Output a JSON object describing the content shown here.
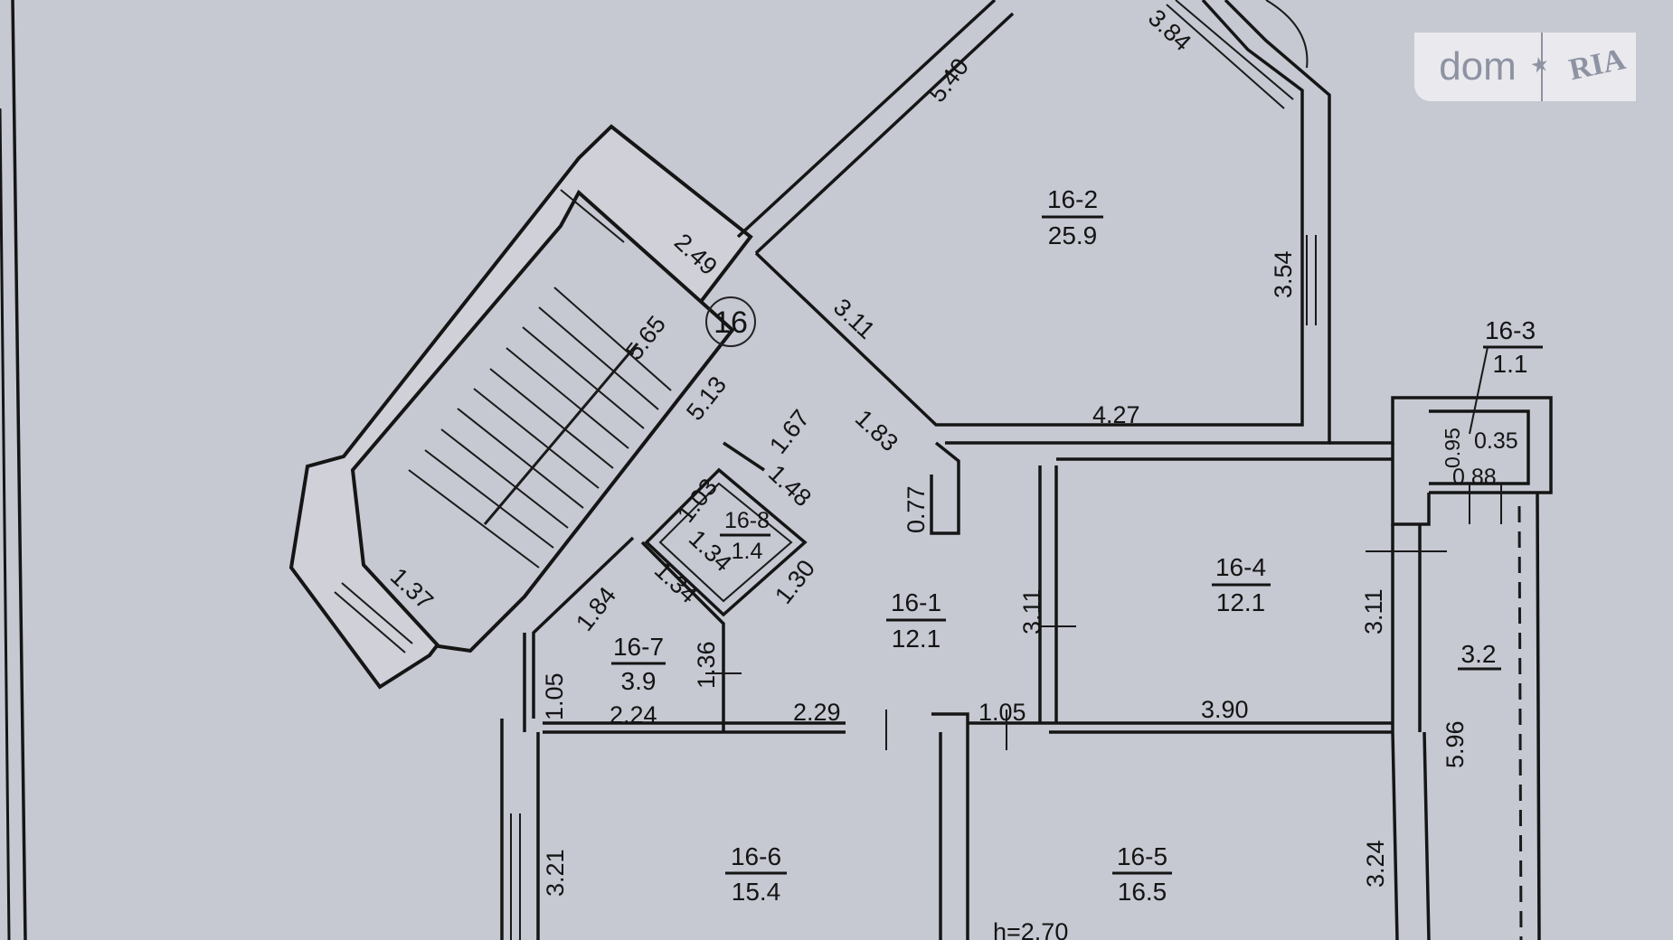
{
  "watermark": {
    "left": "dom",
    "right": "RIA",
    "star": "★"
  },
  "apartment_number": "16",
  "ceiling_height": "h=2.70",
  "rooms": [
    {
      "id": "16-1",
      "area": "12.1"
    },
    {
      "id": "16-2",
      "area": "25.9"
    },
    {
      "id": "16-3",
      "area": "1.1"
    },
    {
      "id": "16-4",
      "area": "12.1"
    },
    {
      "id": "16-5",
      "area": "16.5"
    },
    {
      "id": "16-6",
      "area": "15.4"
    },
    {
      "id": "16-7",
      "area": "3.9"
    },
    {
      "id": "16-8",
      "area": "1.4"
    }
  ],
  "balcony_area": "3.2",
  "dimensions": {
    "d540": "5.40",
    "d384": "3.84",
    "d354": "3.54",
    "d249": "2.49",
    "d565": "5.65",
    "d513": "5.13",
    "d311a": "3.11",
    "d167": "1.67",
    "d183": "1.83",
    "d427": "4.27",
    "d077": "0.77",
    "d103": "1.03",
    "d148": "1.48",
    "d134a": "1.34",
    "d134b": "1.34",
    "d130": "1.30",
    "d137": "1.37",
    "d184": "1.84",
    "d136": "1.36",
    "d105a": "1.05",
    "d224": "2.24",
    "d229": "2.29",
    "d105b": "1.05",
    "d311b": "3.11",
    "d390": "3.90",
    "d311c": "3.11",
    "d095": "0.95",
    "d035": "0.35",
    "d088": "0.88",
    "d596": "5.96",
    "d321": "3.21",
    "d324": "3.24"
  }
}
